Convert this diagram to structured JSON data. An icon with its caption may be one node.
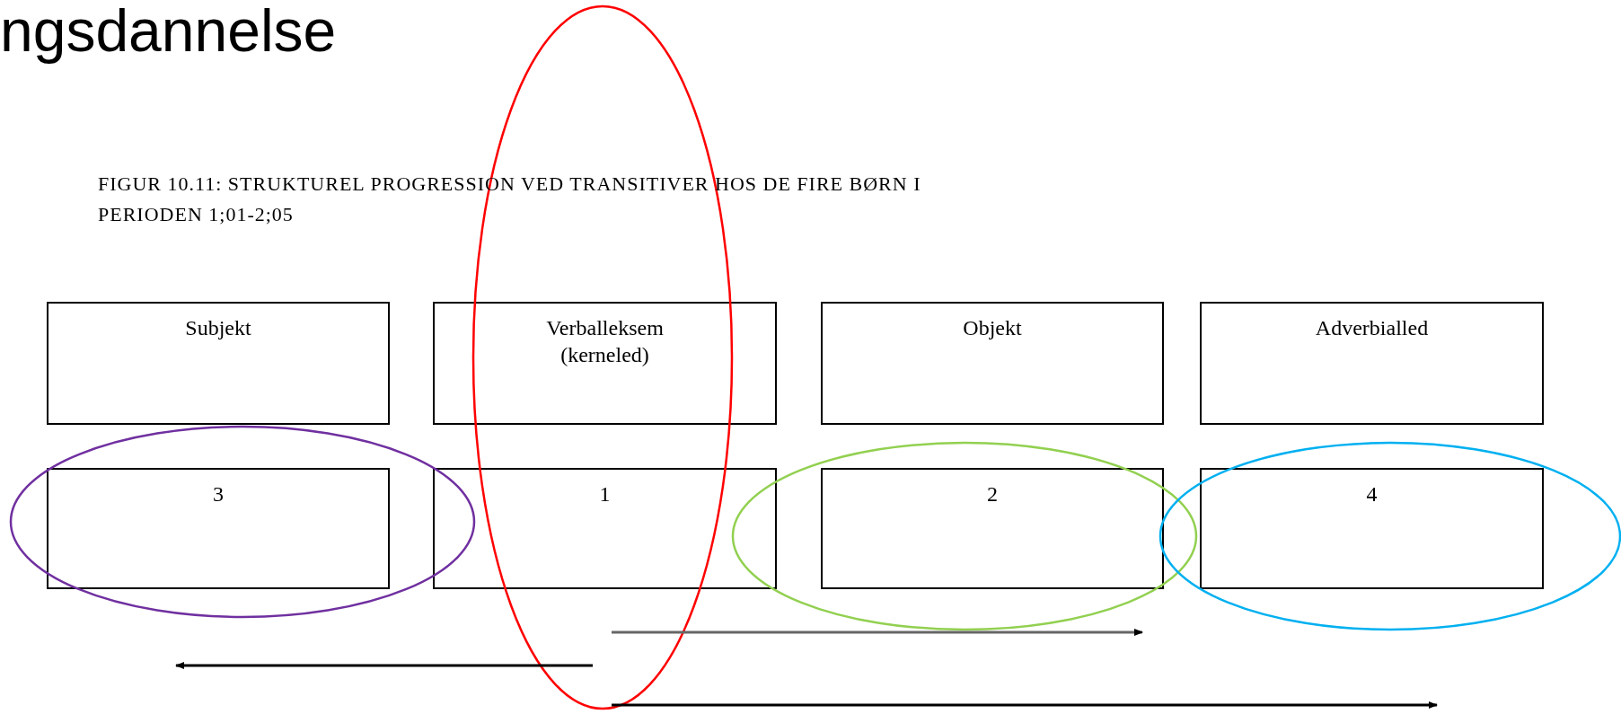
{
  "diagram": {
    "title": "ngsdannelse",
    "nodes": [
      {
        "text": [
          "Subjekt"
        ]
      },
      {
        "text": [
          "Verballeksem (kerneled)"
        ]
      },
      {
        "text": [
          "Objekt"
        ]
      },
      {
        "text": [
          "Adverbialled"
        ]
      },
      {
        "text": [
          "3"
        ]
      },
      {
        "text": [
          "1"
        ]
      },
      {
        "text": [
          "2"
        ]
      },
      {
        "text": [
          "4"
        ]
      }
    ],
    "edges": [],
    "labels": [
      "FIGUR 10.11: STRUKTUREL PROGRESSION VED TRANSITIVER HOS DE FIRE BØRN I PERIODEN 1;01-2;05"
    ]
  }
}
